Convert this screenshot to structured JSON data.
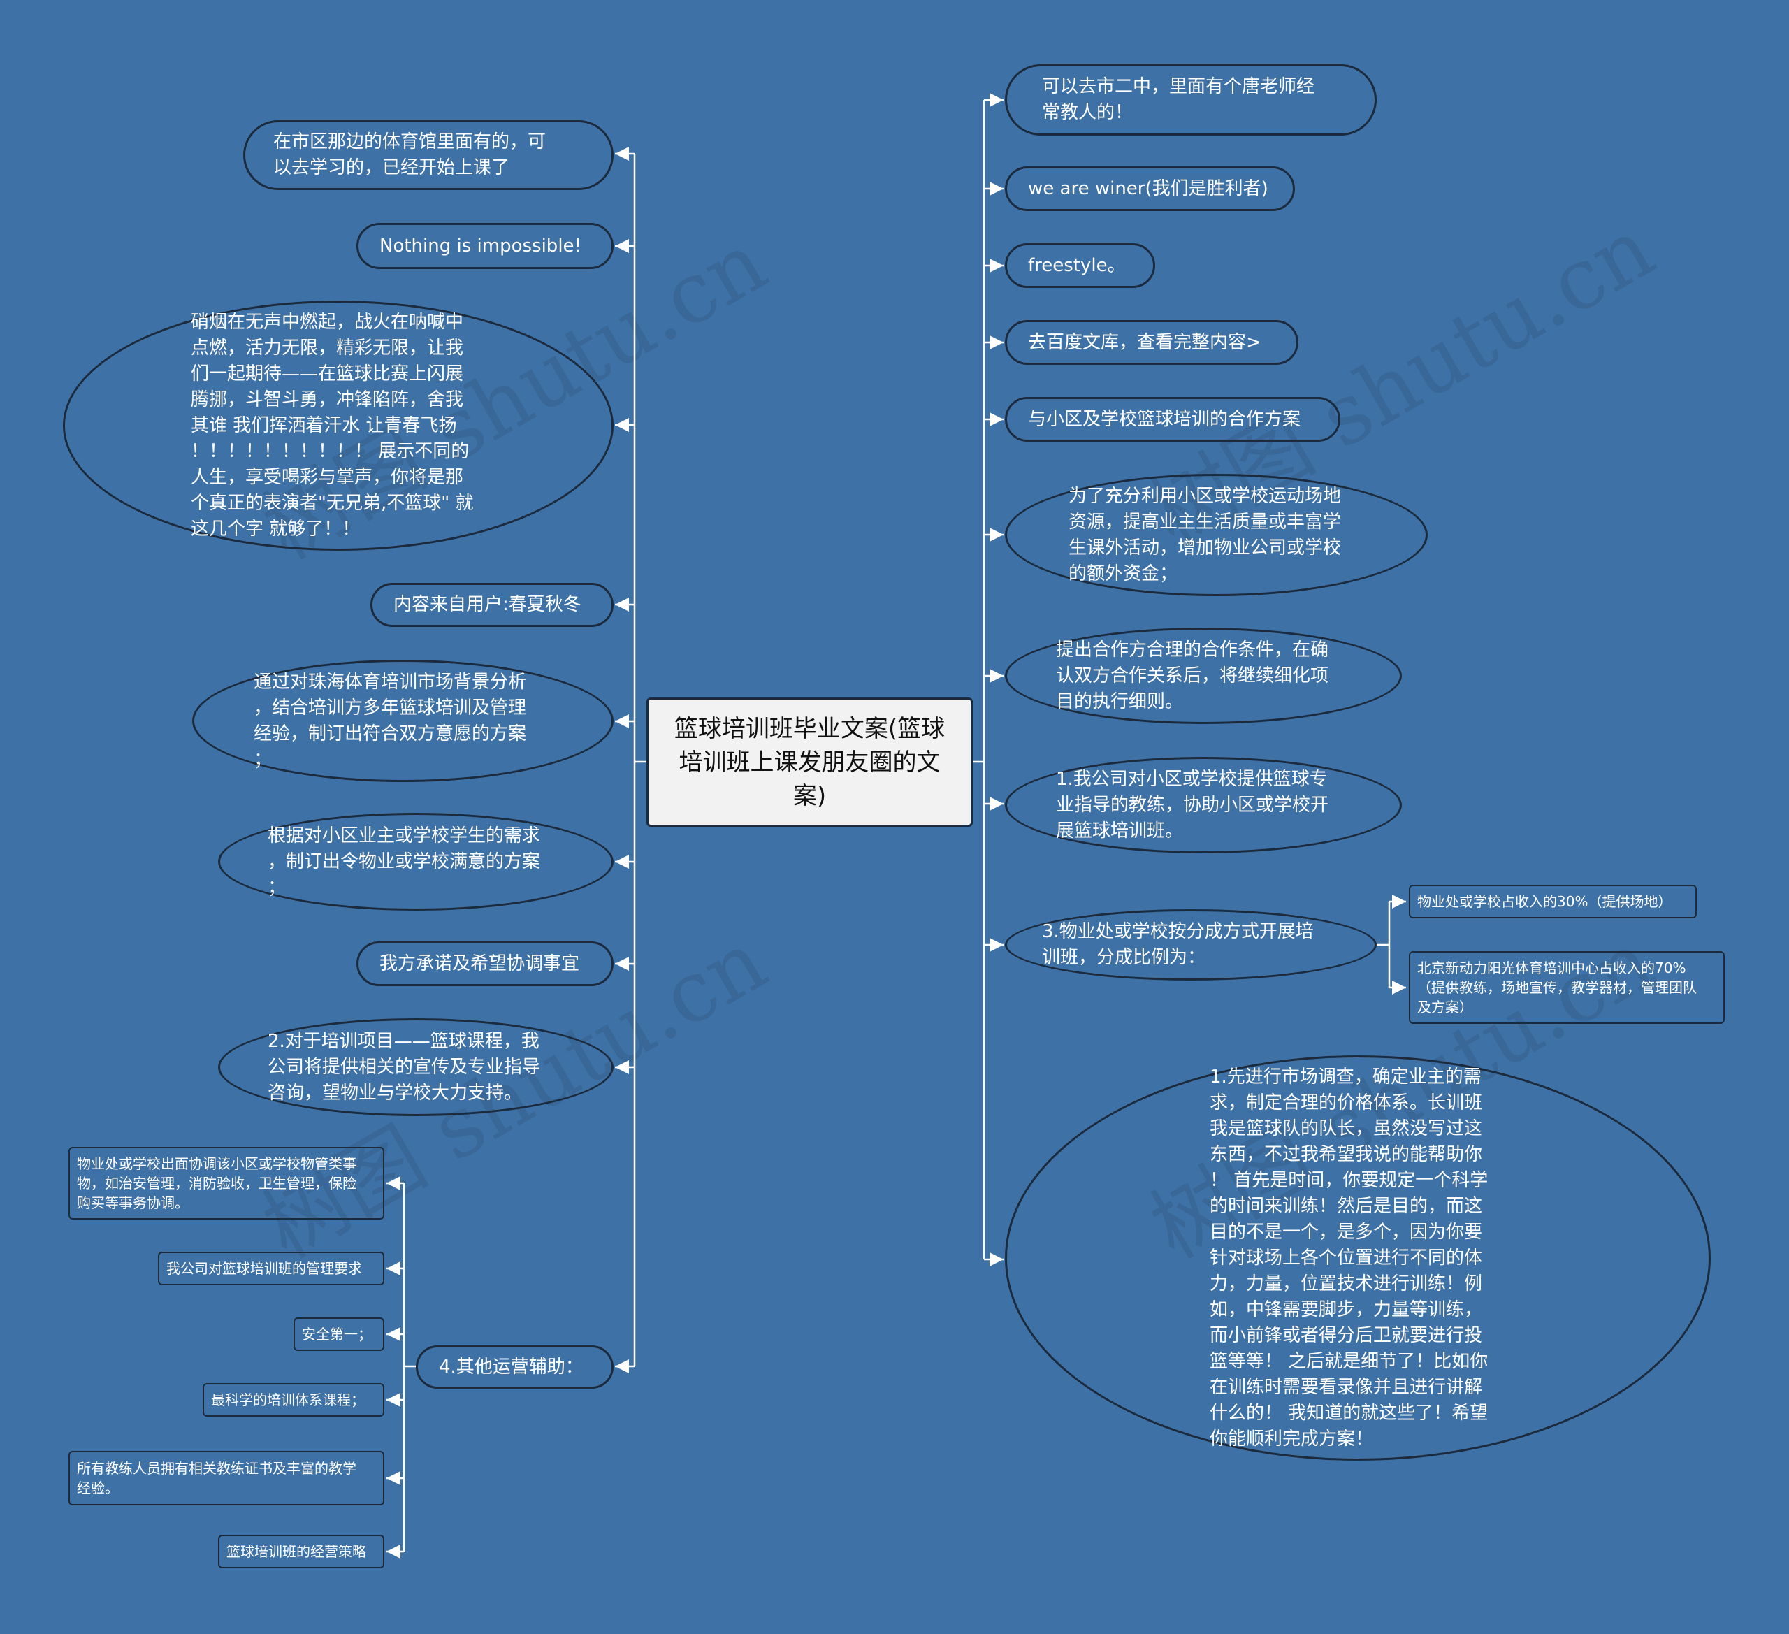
{
  "center": "篮球培训班毕业文案(篮球培训班上课发朋友圈的文案)",
  "watermark": "树图 shutu.cn",
  "left_nodes": {
    "n1": "在市区那边的体育馆里面有的，可\n以去学习的，已经开始上课了",
    "n2": "Nothing  is  impossible!",
    "n3": "硝烟在无声中燃起，战火在呐喊中\n点燃，活力无限，精彩无限，让我\n们一起期待——在篮球比赛上闪展\n腾挪，斗智斗勇，冲锋陷阵，舍我\n其谁   我们挥洒着汗水   让青春飞扬\n！！！！！！！！！！  展示不同的\n人生，享受喝彩与掌声，你将是那\n个真正的表演者\"无兄弟,不篮球\" 就\n这几个字 就够了！！",
    "n4": "内容来自用户:春夏秋冬",
    "n5": "通过对珠海体育培训市场背景分析\n，结合培训方多年篮球培训及管理\n经验，制订出符合双方意愿的方案\n；",
    "n6": "根据对小区业主或学校学生的需求\n，制订出令物业或学校满意的方案\n；",
    "n7": "我方承诺及希望协调事宜",
    "n8": "2.对于培训项目——篮球课程，我\n公司将提供相关的宣传及专业指导\n咨询，望物业与学校大力支持。",
    "n9": "4.其他运营辅助："
  },
  "left_sub_nodes": {
    "s1": "物业处或学校出面协调该小区或学校物管类事\n物，如治安管理，消防验收，卫生管理，保险\n购买等事务协调。",
    "s2": "我公司对篮球培训班的管理要求",
    "s3": "安全第一；",
    "s4": "最科学的培训体系课程；",
    "s5": "所有教练人员拥有相关教练证书及丰富的教学\n经验。",
    "s6": "篮球培训班的经营策略"
  },
  "right_nodes": {
    "r1": "可以去市二中，里面有个唐老师经\n常教人的！",
    "r2": "we are winer(我们是胜利者)",
    "r3": "freestyle。",
    "r4": "去百度文库，查看完整内容>",
    "r5": "与小区及学校篮球培训的合作方案",
    "r6": "为了充分利用小区或学校运动场地\n资源，提高业主生活质量或丰富学\n生课外活动，增加物业公司或学校\n的额外资金；",
    "r7": "提出合作方合理的合作条件，在确\n认双方合作关系后，将继续细化项\n目的执行细则。",
    "r8": "1.我公司对小区或学校提供篮球专\n业指导的教练，协助小区或学校开\n展篮球培训班。",
    "r9": "3.物业处或学校按分成方式开展培\n训班，分成比例为：",
    "r10": "1.先进行市场调查，确定业主的需\n求，制定合理的价格体系。长训班\n我是篮球队的队长，虽然没写过这\n东西，不过我希望我说的能帮助你\n！  首先是时间，你要规定一个科学\n的时间来训练！然后是目的，而这\n目的不是一个，是多个，因为你要\n针对球场上各个位置进行不同的体\n力，力量，位置技术进行训练！例\n如，中锋需要脚步，力量等训练，\n而小前锋或者得分后卫就要进行投\n篮等等！  之后就是细节了！比如你\n在训练时需要看录像并且进行讲解\n什么的！  我知道的就这些了！希望\n你能顺利完成方案！"
  },
  "right_sub_nodes": {
    "t1": "物业处或学校占收入的30%（提供场地）",
    "t2": "北京新动力阳光体育培训中心占收入的70%\n（提供教练，场地宣传，教学器材，管理团队\n及方案）"
  },
  "colors": {
    "background": "#3e72a6",
    "line": "#ffffff",
    "border": "#1b2a3c",
    "center_fill": "#f2f2f2"
  }
}
